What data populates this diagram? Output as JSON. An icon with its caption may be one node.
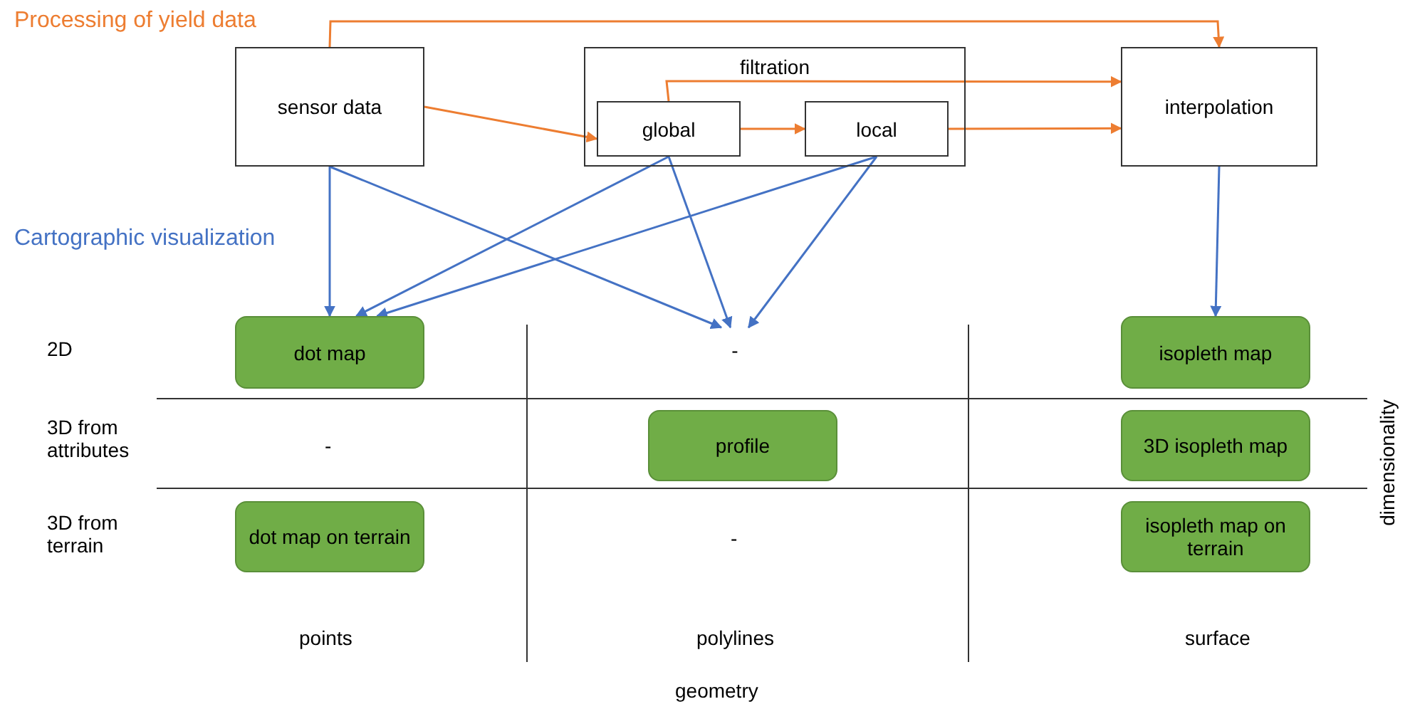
{
  "diagram": {
    "nodes": [
      {
        "text": [
          "sensor data"
        ]
      },
      {
        "text": [
          "filtration"
        ]
      },
      {
        "text": [
          "global"
        ],
        "in": 1
      },
      {
        "text": [
          "local"
        ],
        "in": 1
      },
      {
        "text": [
          "interpolation"
        ]
      },
      {
        "text": [
          "dot map"
        ]
      },
      {
        "text": [
          "-"
        ]
      },
      {
        "text": [
          "isopleth map"
        ]
      },
      {
        "text": [
          "profile"
        ]
      },
      {
        "text": [
          "3D isopleth map"
        ]
      },
      {
        "text": [
          "dot map on terrain"
        ]
      },
      {
        "text": [
          "isopleth map on terrain"
        ]
      }
    ],
    "edges": [
      {
        "from": 0,
        "to": 4,
        "arrow": "to",
        "color": "#ed7d31"
      },
      {
        "from": 0,
        "to": 2,
        "arrow": "to",
        "color": "#ed7d31"
      },
      {
        "from": 2,
        "to": 3,
        "arrow": "to",
        "color": "#ed7d31"
      },
      {
        "from": 2,
        "to": 4,
        "arrow": "to",
        "color": "#ed7d31"
      },
      {
        "from": 3,
        "to": 4,
        "arrow": "to",
        "color": "#ed7d31"
      },
      {
        "from": 0,
        "to": 5,
        "arrow": "to"
      },
      {
        "from": 0,
        "to": 6,
        "arrow": "to"
      },
      {
        "from": 2,
        "to": 5,
        "arrow": "to"
      },
      {
        "from": 2,
        "to": 6,
        "arrow": "to"
      },
      {
        "from": 3,
        "to": 5,
        "arrow": "to"
      },
      {
        "from": 3,
        "to": 6,
        "arrow": "to"
      },
      {
        "from": 4,
        "to": 7,
        "arrow": "to"
      }
    ],
    "labels": [
      "Processing of yield data",
      "Cartographic visualization",
      "2D",
      "3D from attributes",
      "-",
      "3D from terrain",
      "-",
      "points",
      "polylines",
      "surface",
      "dimensionality",
      "geometry"
    ]
  }
}
